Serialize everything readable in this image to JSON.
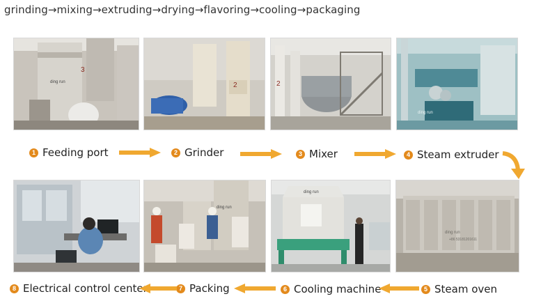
{
  "headline": "grinding→mixing→extruding→drying→flavoring→cooling→packaging",
  "colors": {
    "arrow": "#f0a830",
    "badge": "#e38a1c",
    "text": "#222222"
  },
  "steps": [
    {
      "num": "1",
      "label": "Feeding port"
    },
    {
      "num": "2",
      "label": "Grinder"
    },
    {
      "num": "3",
      "label": "Mixer"
    },
    {
      "num": "4",
      "label": "Steam extruder"
    },
    {
      "num": "5",
      "label": "Steam oven"
    },
    {
      "num": "6",
      "label": "Cooling machine"
    },
    {
      "num": "7",
      "label": "Packing"
    },
    {
      "num": "8",
      "label": "Electrical control center"
    }
  ],
  "photo_texts": {
    "brand": "ding run",
    "machine_num_feeding": "3",
    "machine_num_grinder": "2",
    "machine_num_mixer": "2",
    "phone": "+86 53181201611"
  }
}
